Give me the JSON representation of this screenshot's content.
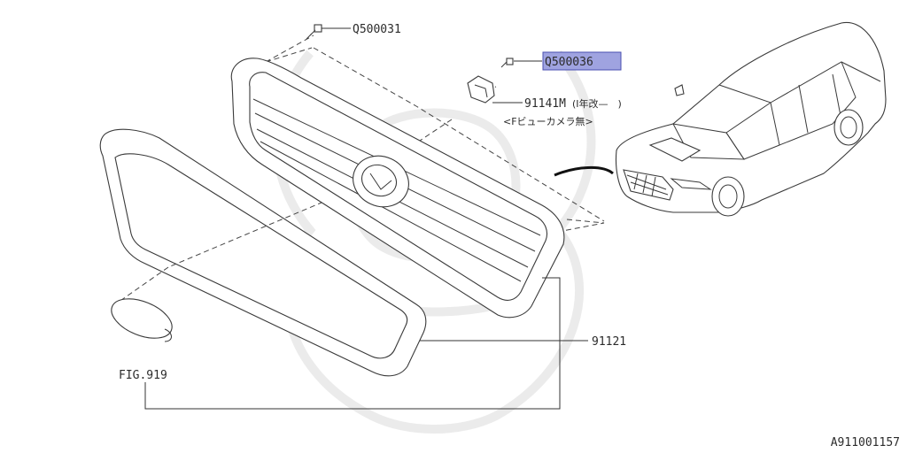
{
  "diagram": {
    "callouts": {
      "bolt_top": "Q500031",
      "bolt_bracket": "Q500036",
      "bracket": "91141M",
      "bracket_note_1": "(Ⅰ年改—　)",
      "bracket_note_2": "<Fビューカメラ無>",
      "grille": "91121",
      "emblem_ref": "FIG.919"
    },
    "highlighted_part": "Q500036",
    "diagram_id": "A911001157",
    "colors": {
      "line": "#333333",
      "highlight_fill": "#9fa3e0",
      "highlight_border": "#4a4fb0",
      "watermark": "#e9e9e9"
    }
  }
}
